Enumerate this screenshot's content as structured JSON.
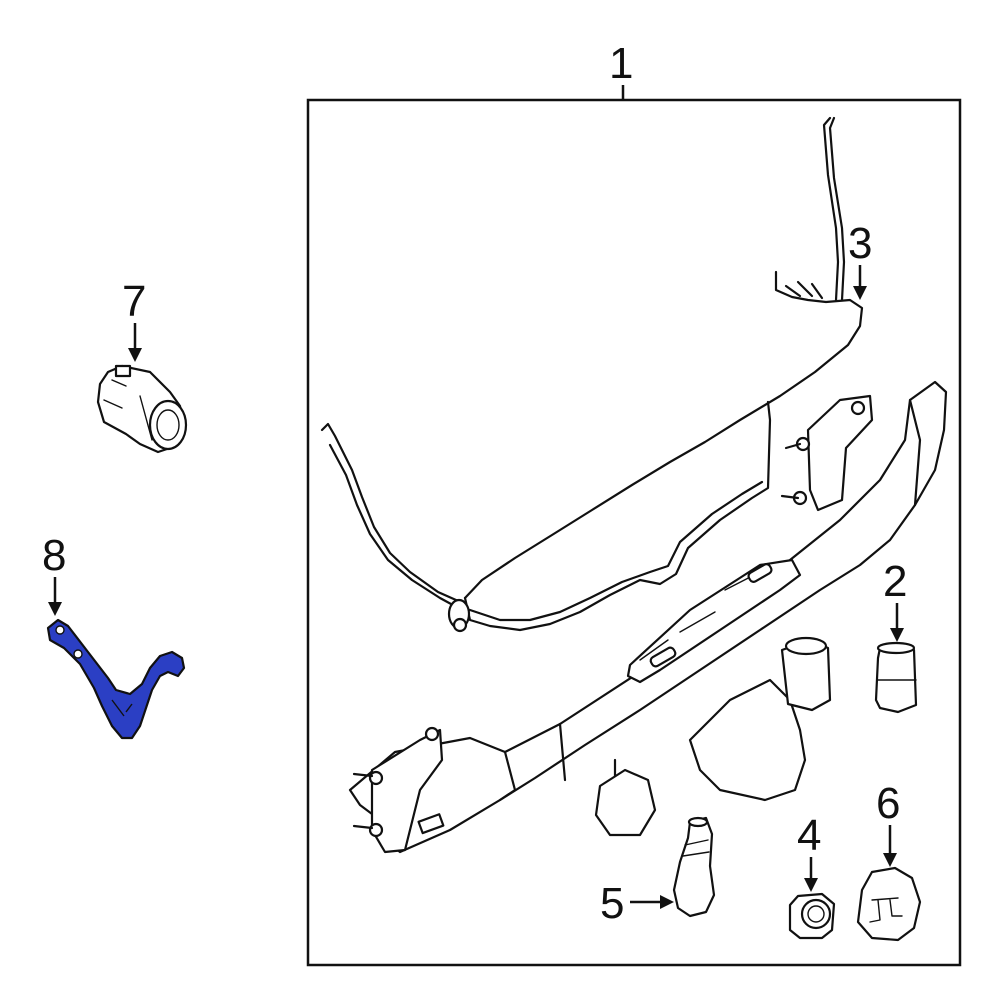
{
  "diagram": {
    "callouts": [
      {
        "id": "1",
        "label": "1"
      },
      {
        "id": "2",
        "label": "2"
      },
      {
        "id": "3",
        "label": "3"
      },
      {
        "id": "4",
        "label": "4"
      },
      {
        "id": "5",
        "label": "5"
      },
      {
        "id": "6",
        "label": "6"
      },
      {
        "id": "7",
        "label": "7"
      },
      {
        "id": "8",
        "label": "8"
      }
    ],
    "highlight_color": "#2b3fc4",
    "line_color": "#111111",
    "background": "#ffffff"
  }
}
